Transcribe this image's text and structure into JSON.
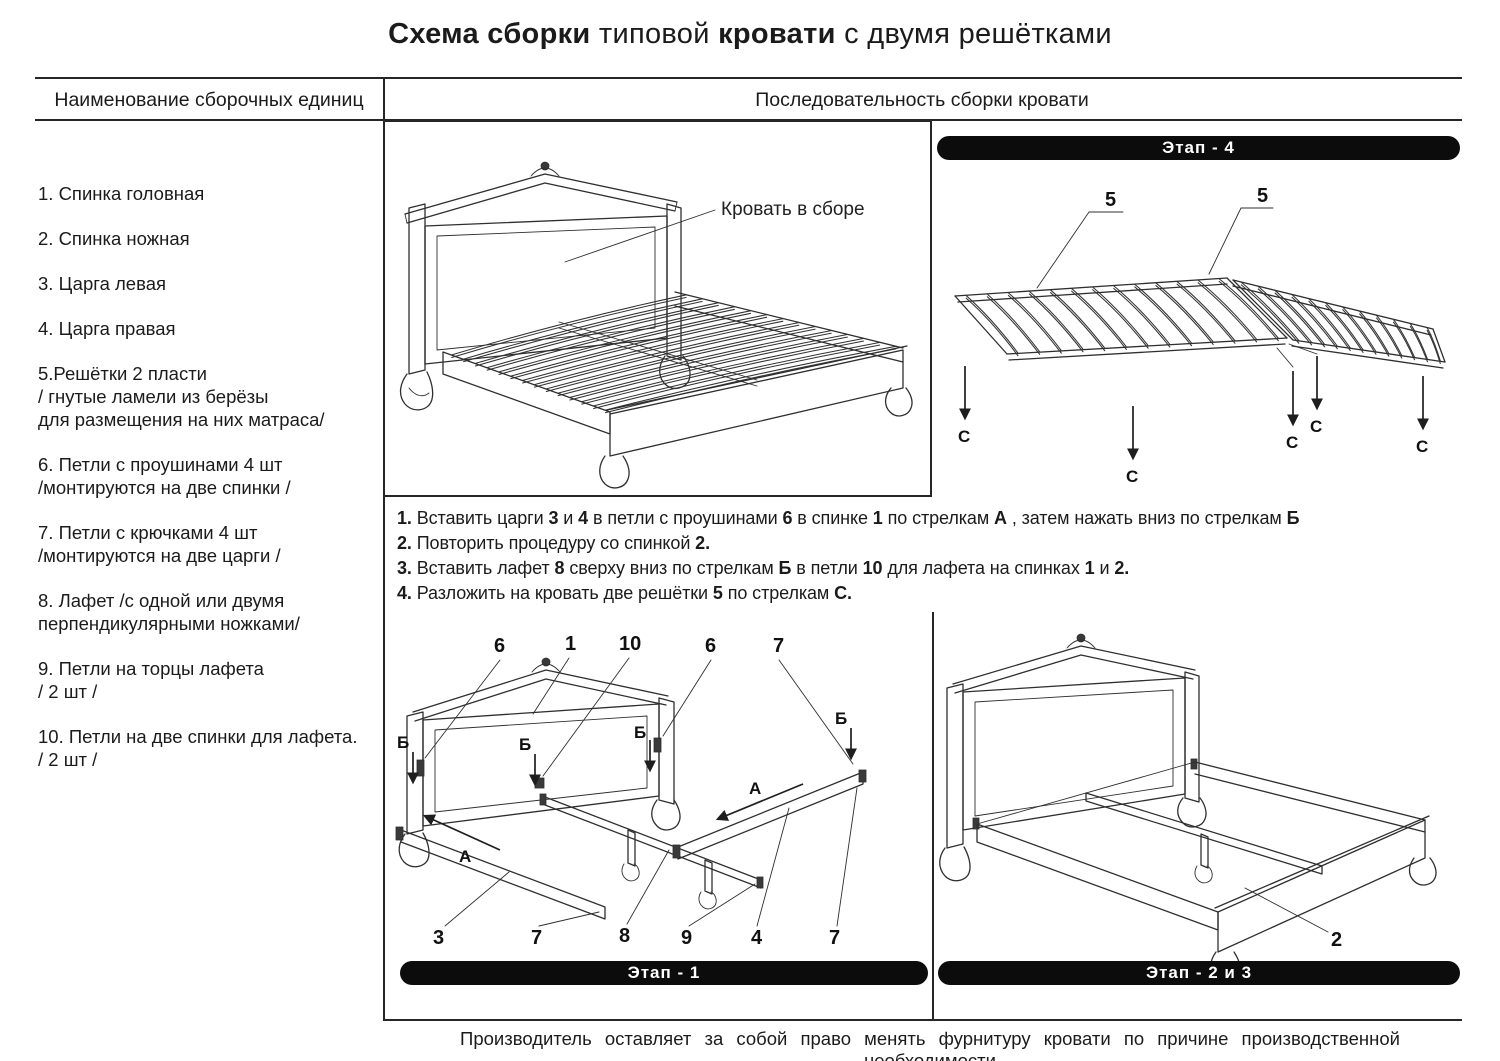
{
  "title": {
    "bold1": "Схема сборки",
    "normal1": " типовой ",
    "bold2": "кровати",
    "normal2": " с двумя решётками"
  },
  "table_headers": {
    "left": "Наименование  сборочных единиц",
    "right": "Последовательность сборки кровати"
  },
  "parts_list": [
    "1.   Спинка головная",
    "2. Спинка ножная",
    "3. Царга левая",
    "4. Царга правая",
    "5.Решётки  2 пласти\n/ гнутые ламели из берёзы\nдля размещения на них матраса/",
    "6. Петли с проушинами 4 шт\n/монтируются на две спинки /",
    "7. Петли с крючками 4 шт\n/монтируются на две царги /",
    "8. Лафет /с одной или двумя\nперпендикулярными ножками/",
    "9. Петли на торцы лафета\n/ 2 шт /",
    "10. Петли на две спинки для лафета.\n/ 2 шт /"
  ],
  "stages": {
    "s4": {
      "title": "Этап -  4"
    },
    "s1": {
      "title": "Этап - 1"
    },
    "s23": {
      "title": "Этап - 2 и 3"
    }
  },
  "instructions": [
    [
      [
        "1.",
        1
      ],
      [
        " Вставить царги ",
        0
      ],
      [
        "3",
        1
      ],
      [
        " и ",
        0
      ],
      [
        "4",
        1
      ],
      [
        " в петли с проушинами ",
        0
      ],
      [
        "6",
        1
      ],
      [
        " в спинке ",
        0
      ],
      [
        "1",
        1
      ],
      [
        " по стрелкам ",
        0
      ],
      [
        "А",
        1
      ],
      [
        " , затем нажать вниз по стрелкам ",
        0
      ],
      [
        "Б",
        1
      ]
    ],
    [
      [
        "2.",
        1
      ],
      [
        " Повторить процедуру со спинкой ",
        0
      ],
      [
        "2.",
        1
      ]
    ],
    [
      [
        "3.",
        1
      ],
      [
        " Вставить лафет ",
        0
      ],
      [
        "8",
        1
      ],
      [
        " сверху вниз по стрелкам ",
        0
      ],
      [
        "Б",
        1
      ],
      [
        " в петли ",
        0
      ],
      [
        "10",
        1
      ],
      [
        " для лафета на спинках ",
        0
      ],
      [
        "1",
        1
      ],
      [
        " и ",
        0
      ],
      [
        "2.",
        1
      ]
    ],
    [
      [
        "4.",
        1
      ],
      [
        " Разложить на кровать две решётки ",
        0
      ],
      [
        "5",
        1
      ],
      [
        "  по стрелкам ",
        0
      ],
      [
        "С.",
        1
      ]
    ]
  ],
  "drawings": {
    "assembled": {
      "label": "Кровать в сборе"
    },
    "stage4": {
      "fives": [
        "5",
        "5"
      ],
      "c": [
        "С",
        "С",
        "С",
        "С",
        "С"
      ]
    },
    "stage1": {
      "top": [
        "6",
        "1",
        "10",
        "6",
        "7"
      ],
      "bottom": [
        "3",
        "7",
        "8",
        "9",
        "4",
        "7"
      ],
      "a": [
        "А",
        "А"
      ],
      "b": [
        "Б",
        "Б",
        "Б",
        "Б"
      ]
    },
    "stage23": {
      "callout": "2"
    }
  },
  "footer": "Производитель  оставляет  за  собой  право  менять  фурнитуру  кровати  по  причине  производственной  необходимости",
  "colors": {
    "ink": "#1b1b1b",
    "pill_bg": "#0c0c0c",
    "pill_text": "#ffffff"
  }
}
